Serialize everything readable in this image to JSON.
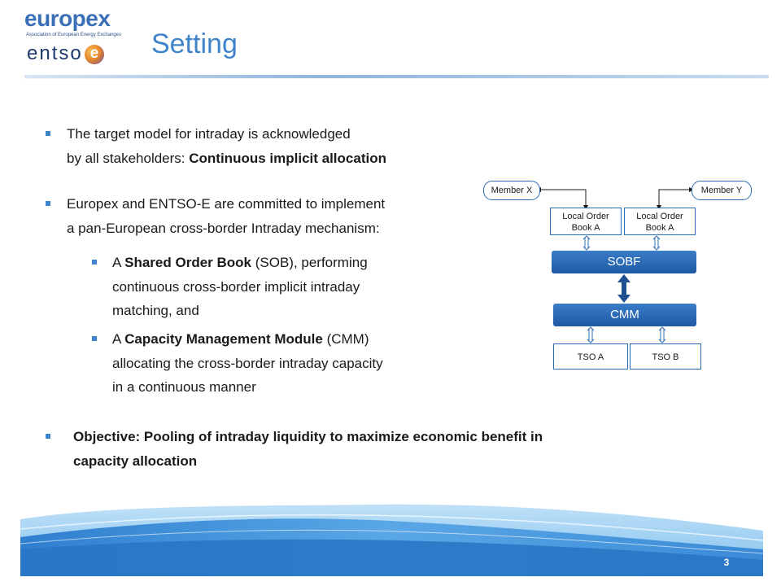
{
  "logos": {
    "europex_word": "europex",
    "europex_tagline": "Association of European Energy Exchanges",
    "entsoe_word": "entso",
    "entsoe_mark": "e"
  },
  "title": "Setting",
  "bullets": {
    "b1_line1": "The target model for intraday is acknowledged",
    "b1_line2_pre": "by all stakeholders: ",
    "b1_line2_bold": "Continuous implicit allocation",
    "b2_line1": "Europex and ENTSO-E are committed to implement",
    "b2_line2": "a pan-European cross-border Intraday mechanism:",
    "b3_pre": "A ",
    "b3_bold": "Shared Order Book",
    "b3_mid": " (SOB), performing",
    "b3_line2": "continuous cross-border implicit intraday",
    "b3_line3": "matching, and",
    "b4_pre": "A ",
    "b4_bold": "Capacity Management Module",
    "b4_mid": " (CMM)",
    "b4_line2": "allocating the cross-border intraday capacity",
    "b4_line3": "in a continuous manner",
    "b5_line1": "Objective: Pooling of intraday liquidity to maximize economic benefit in",
    "b5_line2": "capacity allocation"
  },
  "diagram": {
    "member_x": "Member X",
    "member_y": "Member Y",
    "lob1_line1": "Local Order",
    "lob1_line2": "Book A",
    "lob2_line1": "Local Order",
    "lob2_line2": "Book A",
    "sobf": "SOBF",
    "cmm": "CMM",
    "tso_a": "TSO A",
    "tso_b": "TSO B"
  },
  "footer": {
    "page_number": "3"
  },
  "colors": {
    "accent": "#3f84c8",
    "box_border": "#2d6db3",
    "bar_fill": "#2a6bb8"
  }
}
